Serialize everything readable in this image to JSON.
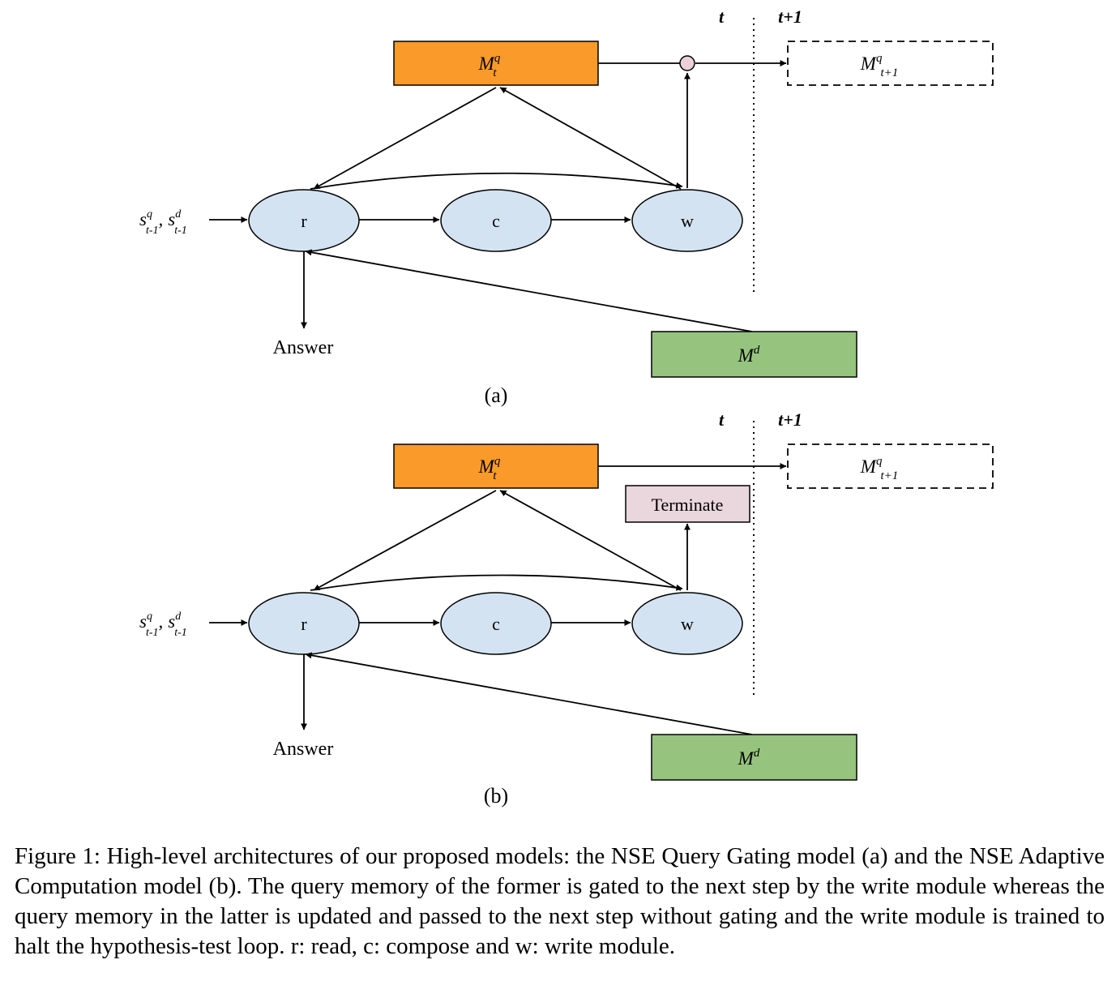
{
  "panels": [
    {
      "id": "a",
      "label": "(a)",
      "time_t": "t",
      "time_t1": "t+1",
      "mem_q": {
        "base": "M",
        "sup": "q",
        "sub": "t"
      },
      "mem_q_next": {
        "base": "M",
        "sup": "q",
        "sub": "t+1"
      },
      "mem_d": {
        "base": "M",
        "sup": "d"
      },
      "input": {
        "s1": "s",
        "sup1": "q",
        "sub1": "t-1",
        "comma": ",",
        "s2": "s",
        "sup2": "d",
        "sub2": "t-1"
      },
      "nodes": {
        "read": "r",
        "compose": "c",
        "write": "w"
      },
      "answer": "Answer",
      "gate": true
    },
    {
      "id": "b",
      "label": "(b)",
      "time_t": "t",
      "time_t1": "t+1",
      "mem_q": {
        "base": "M",
        "sup": "q",
        "sub": "t"
      },
      "mem_q_next": {
        "base": "M",
        "sup": "q",
        "sub": "t+1"
      },
      "mem_d": {
        "base": "M",
        "sup": "d"
      },
      "input": {
        "s1": "s",
        "sup1": "q",
        "sub1": "t-1",
        "comma": ",",
        "s2": "s",
        "sup2": "d",
        "sub2": "t-1"
      },
      "nodes": {
        "read": "r",
        "compose": "c",
        "write": "w"
      },
      "answer": "Answer",
      "terminate": "Terminate",
      "gate": false
    }
  ],
  "colors": {
    "memory_q": "#f99a2a",
    "memory_d": "#96c47e",
    "node": "#d4e3f1",
    "terminate": "#ead6dd",
    "gate": "#ead0d8"
  },
  "caption": "Figure 1:  High-level architectures of our proposed models: the NSE Query Gating model (a) and the NSE Adaptive Computation model (b). The query memory of the former is gated to the next step by the write module whereas the query memory in the latter is updated and passed to the next step without gating and the write module is trained to halt the hypothesis-test loop. r: read, c: compose and w: write module."
}
